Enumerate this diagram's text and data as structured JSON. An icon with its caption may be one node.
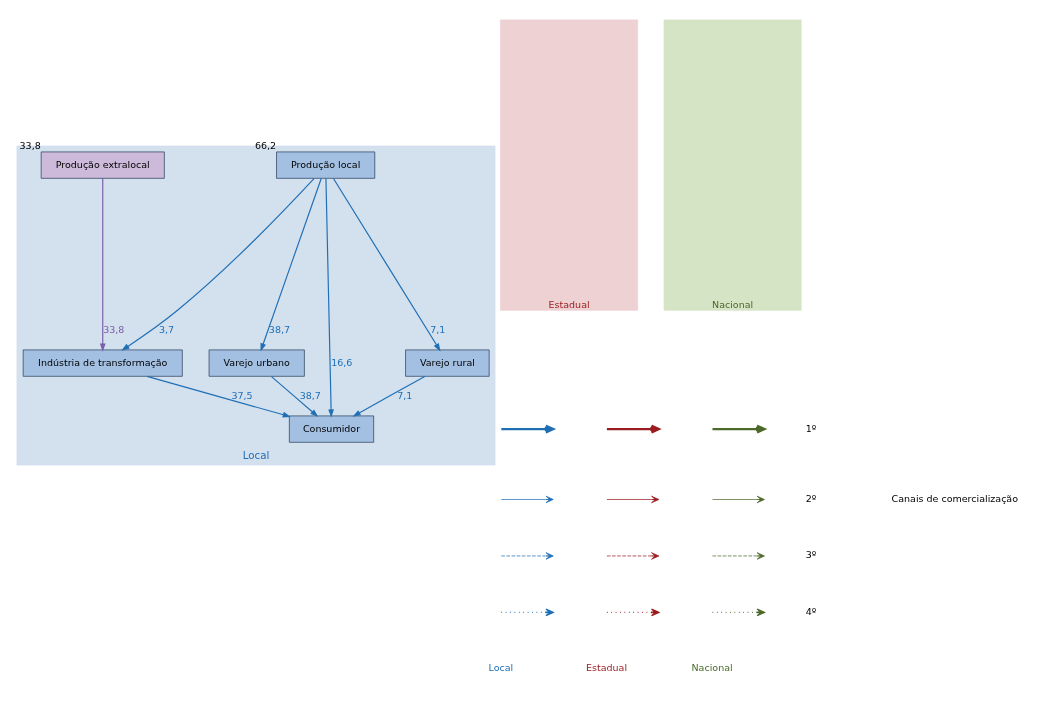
{
  "diagram": {
    "nodes": [
      {
        "text": [
          "Local"
        ]
      },
      {
        "text": [
          "Estadual"
        ]
      },
      {
        "text": [
          "Nacional"
        ]
      },
      {
        "text": [
          "Varejo rural"
        ],
        "in": 0
      },
      {
        "text": [
          "Produção local"
        ],
        "in": 0,
        "beside": [
          "66,2"
        ]
      },
      {
        "text": [
          "Indústria de transformação"
        ],
        "in": 0
      },
      {
        "text": [
          "Produção extralocal"
        ],
        "in": 0,
        "beside": [
          "33,8"
        ]
      },
      {
        "text": [
          "Varejo urbano"
        ],
        "in": 0
      },
      {
        "text": [
          "Consumidor"
        ],
        "in": 0
      }
    ],
    "edges": [
      {
        "from": 4,
        "to": 3,
        "arrow": "to",
        "label": "7,1"
      },
      {
        "from": 4,
        "to": 8,
        "arrow": "to",
        "label": "16,6"
      },
      {
        "from": 4,
        "to": 5,
        "arrow": "to",
        "label": "3,7"
      },
      {
        "from": 4,
        "to": 7,
        "arrow": "to",
        "label": "38,7"
      },
      {
        "from": 6,
        "to": 5,
        "arrow": "to",
        "label": "33,8",
        "color": "#7b5ea7"
      },
      {
        "from": 3,
        "to": 8,
        "arrow": "to",
        "label": "7,1"
      },
      {
        "from": 5,
        "to": 8,
        "arrow": "to",
        "label": "37,5"
      },
      {
        "from": 7,
        "to": 8,
        "arrow": "to",
        "label": "38,7"
      }
    ],
    "labels": [
      "Canais de comercialização",
      "Local",
      "Estadual",
      "Nacional"
    ],
    "legend": [
      {
        "text": "1º"
      },
      {
        "text": "2º"
      },
      {
        "text": "3º"
      },
      {
        "text": "4º"
      }
    ]
  }
}
